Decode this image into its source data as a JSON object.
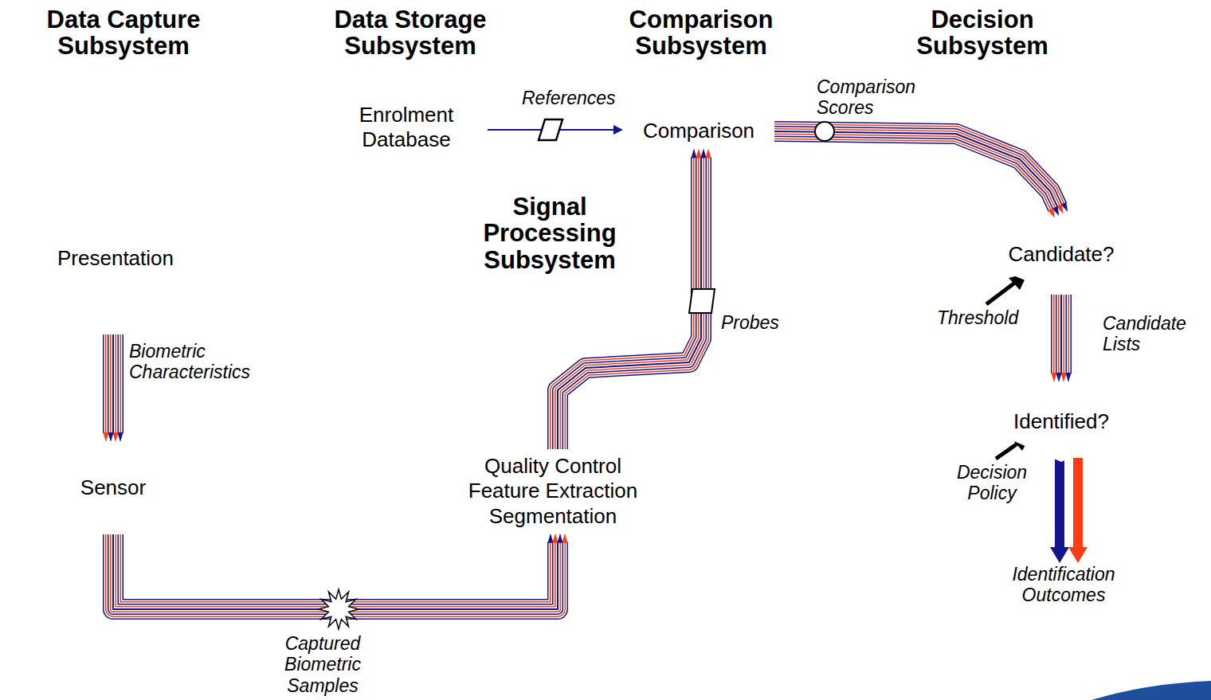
{
  "diagram": {
    "nodes": [
      {
        "text": [
          "Data Capture Subsystem"
        ]
      },
      {
        "text": [
          "Presentation"
        ],
        "in": 0
      },
      {
        "text": [
          "Sensor"
        ],
        "in": 0
      },
      {
        "text": [
          "Data Storage Subsystem"
        ]
      },
      {
        "text": [
          "Enrolment Database"
        ],
        "in": 3
      },
      {
        "text": [
          "Comparison Subsystem"
        ]
      },
      {
        "text": [
          "Comparison"
        ],
        "in": 5
      },
      {
        "text": [
          "Signal Processing Subsystem"
        ]
      },
      {
        "text": [
          "Quality Control Feature Extraction Segmentation"
        ],
        "in": 7
      },
      {
        "text": [
          "Decision Subsystem"
        ]
      },
      {
        "text": [
          "Candidate?"
        ],
        "in": 9
      },
      {
        "text": [
          "Identified?"
        ],
        "in": 9
      }
    ],
    "edges": [
      {
        "from": 1,
        "to": 2,
        "label": "Biometric Characteristics",
        "arrow": "to"
      },
      {
        "from": 2,
        "to": 8,
        "label": "Captured Biometric Samples",
        "arrow": "to"
      },
      {
        "from": 8,
        "to": 6,
        "label": "Probes",
        "arrow": "to"
      },
      {
        "from": 4,
        "to": 6,
        "label": "References",
        "arrow": "to"
      },
      {
        "from": 6,
        "to": 10,
        "label": "Comparison Scores",
        "arrow": "to"
      },
      {
        "from": 10,
        "to": 11,
        "label": "Candidate Lists",
        "arrow": "to"
      }
    ],
    "labels": [
      "Threshold",
      "Decision Policy",
      "Identification Outcomes"
    ]
  }
}
